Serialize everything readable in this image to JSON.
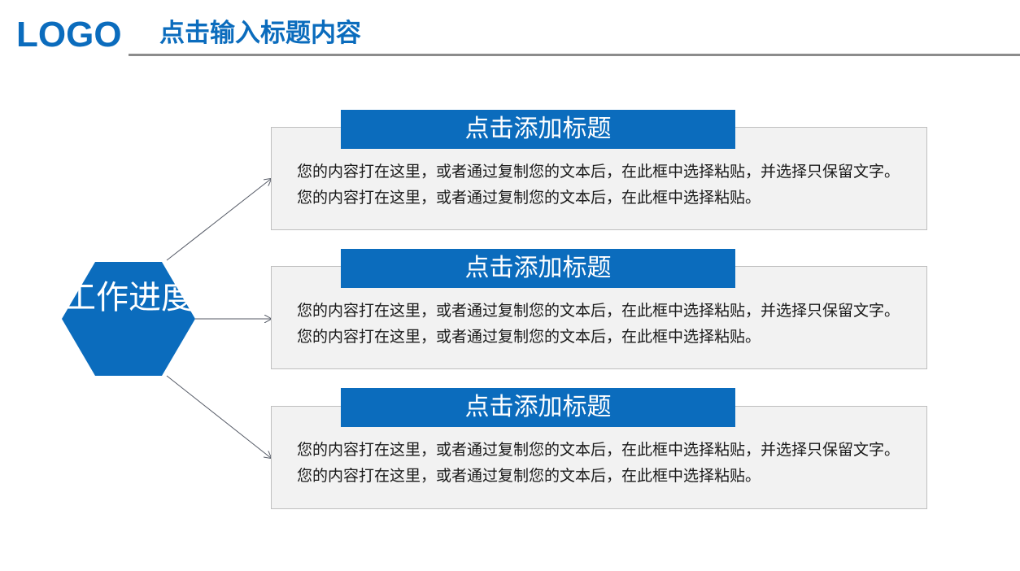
{
  "header": {
    "logo": "LOGO",
    "title": "点击输入标题内容"
  },
  "center": {
    "label": "工作进度"
  },
  "cards": [
    {
      "title": "点击添加标题",
      "body": "您的内容打在这里，或者通过复制您的文本后，在此框中选择粘贴，并选择只保留文字。您的内容打在这里，或者通过复制您的文本后，在此框中选择粘贴。"
    },
    {
      "title": "点击添加标题",
      "body": "您的内容打在这里，或者通过复制您的文本后，在此框中选择粘贴，并选择只保留文字。您的内容打在这里，或者通过复制您的文本后，在此框中选择粘贴。"
    },
    {
      "title": "点击添加标题",
      "body": "您的内容打在这里，或者通过复制您的文本后，在此框中选择粘贴，并选择只保留文字。您的内容打在这里，或者通过复制您的文本后，在此框中选择粘贴。"
    }
  ],
  "colors": {
    "accent": "#0b6cbd",
    "card_background": "#f2f2f2",
    "card_border": "#bfbfbf",
    "rule": "#8c8c8c"
  }
}
